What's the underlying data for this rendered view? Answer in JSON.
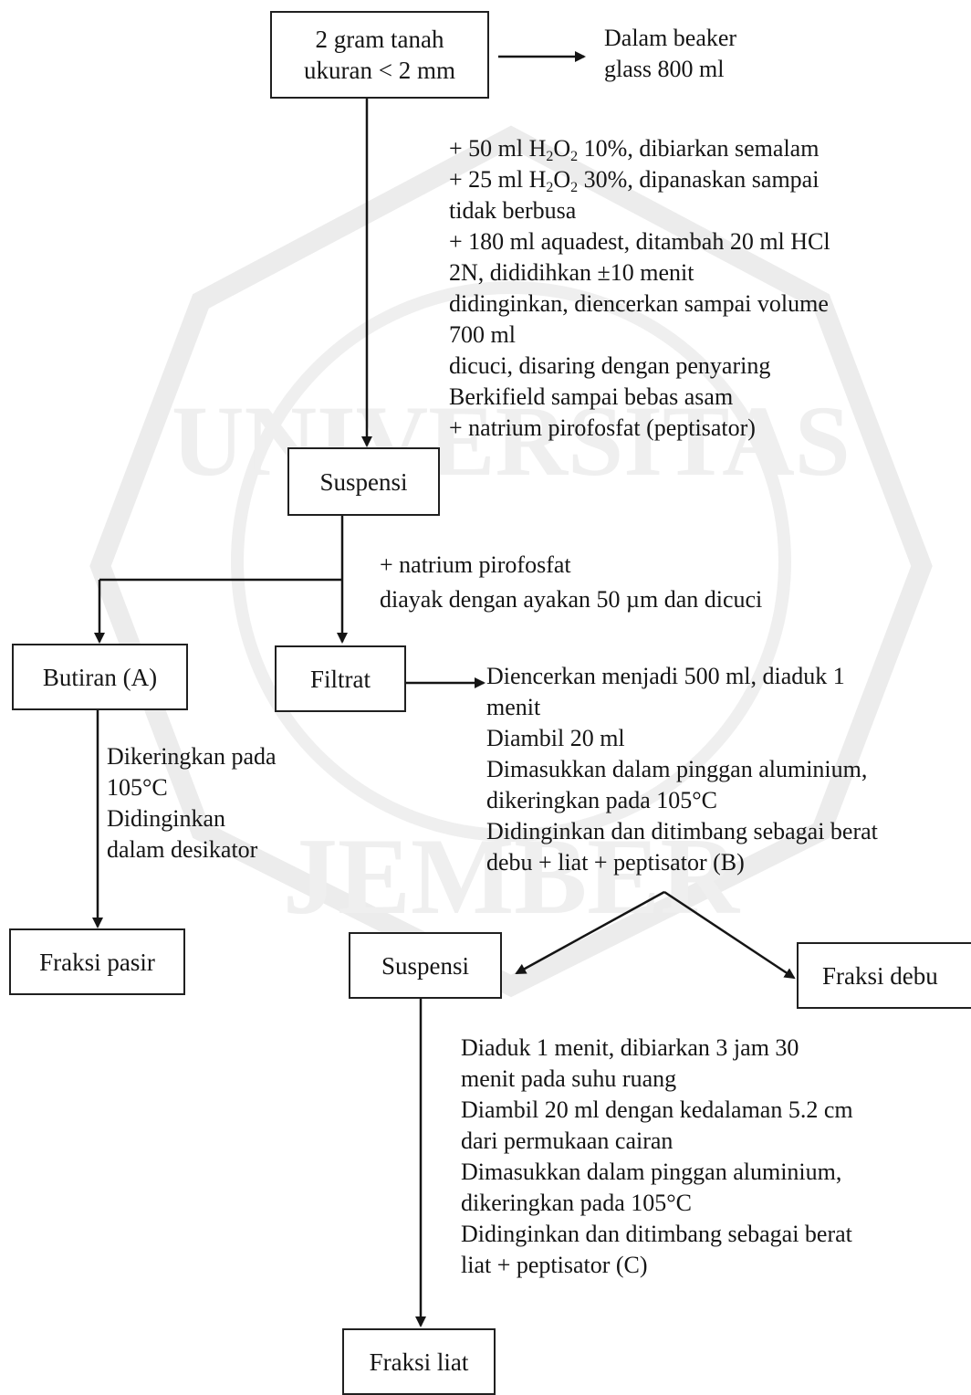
{
  "watermark": {
    "text_top": "UNIVERSITAS",
    "text_bottom": "JEMBER",
    "color": "#e9e9e9"
  },
  "boxes": {
    "start_line1": "2 gram tanah",
    "start_line2": "ukuran < 2 mm",
    "suspensi_top": "Suspensi",
    "butiran": "Butiran (A)",
    "filtrat": "Filtrat",
    "fraksi_pasir": "Fraksi pasir",
    "suspensi_bottom": "Suspensi",
    "fraksi_debu": "Fraksi debu",
    "fraksi_liat": "Fraksi liat"
  },
  "notes": {
    "beaker": [
      "Dalam beaker",
      "glass 800 ml"
    ],
    "treatment": {
      "line1_a": "+ 50 ml H",
      "line1_sub1": "2",
      "line1_b": "O",
      "line1_sub2": "2",
      "line1_c": " 10%, dibiarkan semalam",
      "line2_a": "+ 25 ml H",
      "line2_sub1": "2",
      "line2_b": "O",
      "line2_sub2": "2",
      "line2_c": " 30%, dipanaskan sampai",
      "rest": [
        "tidak berbusa",
        "+ 180 ml aquadest, ditambah 20 ml HCl",
        "2N, dididihkan ±10 menit",
        "didinginkan, diencerkan sampai volume",
        "700 ml",
        "dicuci, disaring dengan penyaring",
        "Berkifield sampai bebas asam",
        "+ natrium pirofosfat (peptisator)"
      ]
    },
    "sieve": [
      "+ natrium pirofosfat",
      "diayak dengan ayakan 50 µm  dan dicuci"
    ],
    "drying_sand": [
      "Dikeringkan pada",
      "105°C",
      "Didinginkan",
      "dalam desikator"
    ],
    "filtrat_steps": [
      "Diencerkan menjadi 500 ml, diaduk 1",
      "menit",
      "Diambil 20 ml",
      "Dimasukkan dalam pinggan aluminium,",
      "dikeringkan pada 105°C",
      "Didinginkan dan ditimbang sebagai berat",
      "debu + liat + peptisator (B)"
    ],
    "suspensi_steps": [
      "Diaduk 1 menit, dibiarkan 3 jam 30",
      "menit pada suhu ruang",
      "Diambil 20 ml dengan kedalaman 5.2 cm",
      "dari permukaan cairan",
      "Dimasukkan dalam pinggan aluminium,",
      "dikeringkan pada 105°C",
      "Didinginkan dan ditimbang sebagai berat",
      "liat + peptisator (C)"
    ]
  }
}
